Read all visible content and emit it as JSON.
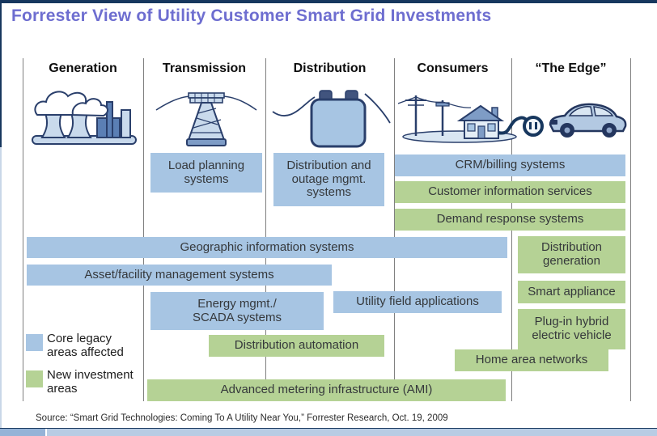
{
  "title": "Forrester View of Utility Customer Smart Grid Investments",
  "columns": [
    {
      "label": "Generation",
      "icon": "power-plant-icon"
    },
    {
      "label": "Transmission",
      "icon": "transmission-tower-icon"
    },
    {
      "label": "Distribution",
      "icon": "transformer-icon"
    },
    {
      "label": "Consumers",
      "icon": "house-powerline-icon"
    },
    {
      "label": "“The Edge”",
      "icon": "electric-car-icon"
    }
  ],
  "boxes": [
    {
      "label": "Load planning\nsystems",
      "type": "core-legacy"
    },
    {
      "label": "Distribution and\noutage mgmt.\nsystems",
      "type": "core-legacy"
    },
    {
      "label": "CRM/billing systems",
      "type": "core-legacy"
    },
    {
      "label": "Customer information services",
      "type": "new-investment"
    },
    {
      "label": "Demand response systems",
      "type": "new-investment"
    },
    {
      "label": "Geographic information systems",
      "type": "core-legacy"
    },
    {
      "label": "Distribution\ngeneration",
      "type": "new-investment"
    },
    {
      "label": "Asset/facility management systems",
      "type": "core-legacy"
    },
    {
      "label": "Smart appliance",
      "type": "new-investment"
    },
    {
      "label": "Energy mgmt./\nSCADA systems",
      "type": "core-legacy"
    },
    {
      "label": "Utility field applications",
      "type": "core-legacy"
    },
    {
      "label": "Plug-in hybrid\nelectric vehicle",
      "type": "new-investment"
    },
    {
      "label": "Distribution automation",
      "type": "new-investment"
    },
    {
      "label": "Home area networks",
      "type": "new-investment"
    },
    {
      "label": "Advanced metering infrastructure (AMI)",
      "type": "new-investment"
    }
  ],
  "legend": {
    "items": [
      {
        "label": "Core legacy\nareas affected",
        "type": "core-legacy",
        "color": "#A7C5E3"
      },
      {
        "label": "New investment\nareas",
        "type": "new-investment",
        "color": "#B5D295"
      }
    ]
  },
  "source": "Source:  “Smart Grid Technologies: Coming To A Utility Near You,” Forrester Research, Oct. 19, 2009",
  "colors": {
    "core_legacy_blue": "#A7C5E3",
    "new_investment_green": "#B5D295",
    "title_text": "#6E6ED0",
    "top_bar_navy": "#17375E",
    "divider_gray": "#7F7F7F",
    "bottom_bar_left": "#95B3D7",
    "bottom_bar_right": "#B8CCE4"
  }
}
